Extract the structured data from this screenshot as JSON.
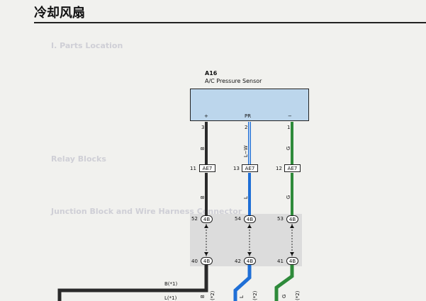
{
  "page_title": "冷却风扇",
  "background_sections": [
    "I. Parts Location",
    "Relay Blocks",
    "Junction Block and Wire Harness Connector"
  ],
  "sensor": {
    "code": "A16",
    "name": "A/C Pressure Sensor",
    "pins": [
      "+",
      "PR",
      "−"
    ]
  },
  "wires": [
    {
      "pin": "3",
      "color_code": "B",
      "connector": "AE7",
      "connector_pin": "11",
      "jb_top_pin": "52",
      "jb_bottom_pin": "40",
      "jb": "4B",
      "color": "#2a2a2a"
    },
    {
      "pin": "2",
      "color_code": "L−W",
      "color_code_lower": "L",
      "connector": "AE7",
      "connector_pin": "13",
      "jb_top_pin": "54",
      "jb_bottom_pin": "42",
      "jb": "4B",
      "color": "#1f6fd6"
    },
    {
      "pin": "1",
      "color_code": "G",
      "connector": "AE7",
      "connector_pin": "12",
      "jb_top_pin": "53",
      "jb_bottom_pin": "41",
      "jb": "4B",
      "color": "#2e8a3a"
    }
  ],
  "bottom_labels": {
    "b1": "B(*1)",
    "l1": "L(*1)",
    "b2": "B",
    "g2": "G",
    "l2": "L",
    "star2": "(*2)"
  }
}
